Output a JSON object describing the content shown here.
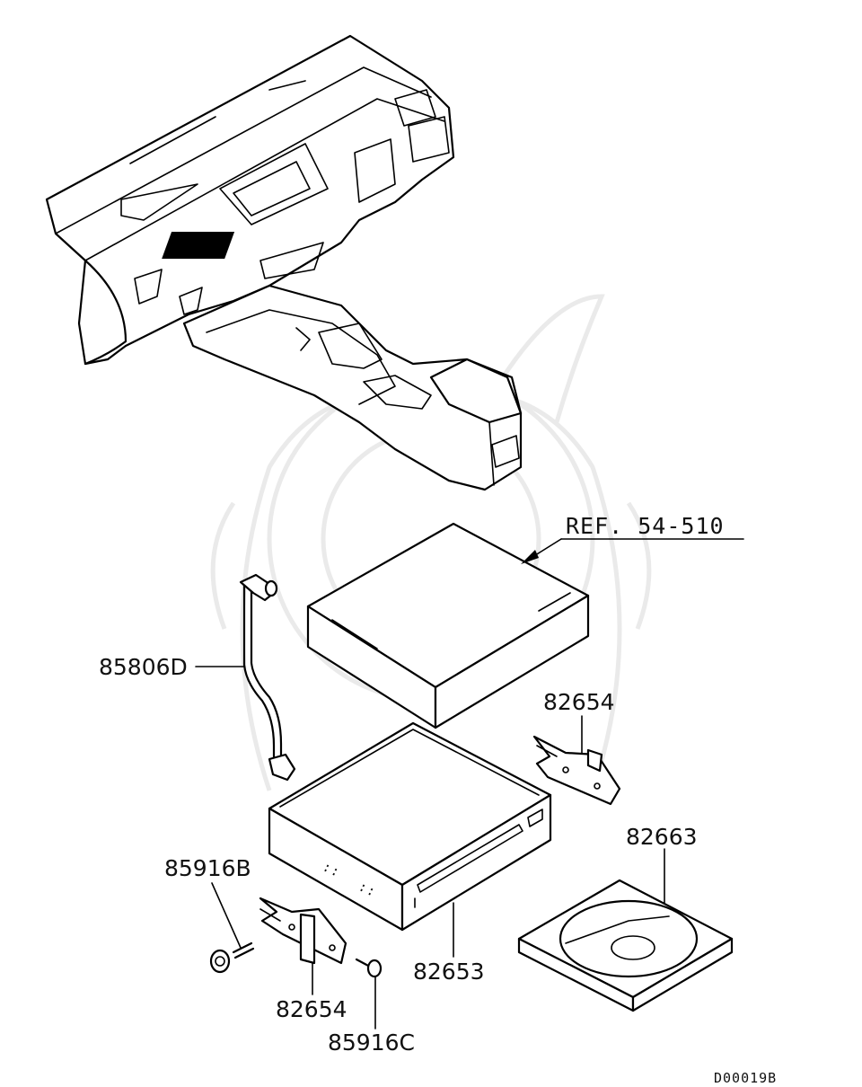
{
  "reference": {
    "label": "REF. 54-510"
  },
  "parts": [
    {
      "id": "cable",
      "number": "85806D"
    },
    {
      "id": "bracket-right",
      "number": "82654"
    },
    {
      "id": "disc",
      "number": "82663"
    },
    {
      "id": "bolt",
      "number": "85916B"
    },
    {
      "id": "player-unit",
      "number": "82653"
    },
    {
      "id": "bracket-left",
      "number": "82654"
    },
    {
      "id": "screw",
      "number": "85916C"
    }
  ],
  "diagram_code": "D00019B"
}
